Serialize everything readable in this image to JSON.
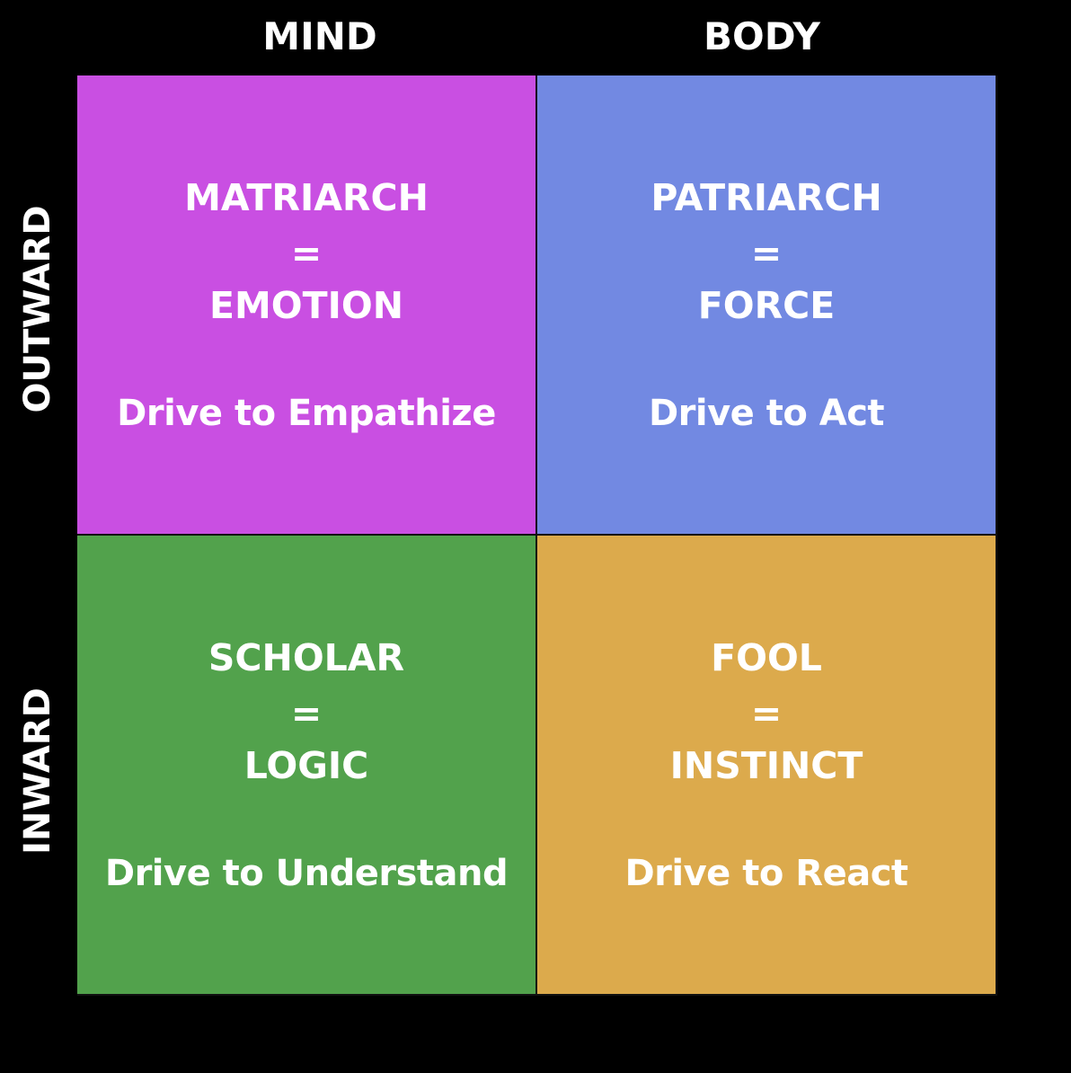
{
  "columns": [
    "MIND",
    "BODY"
  ],
  "rows": [
    "OUTWARD",
    "INWARD"
  ],
  "colors": {
    "background": "#000000",
    "text": "#ffffff",
    "matriarch": "#c94fe2",
    "patriarch": "#7289e2",
    "scholar": "#52a24c",
    "fool": "#dcaa4c"
  },
  "cells": {
    "matriarch": {
      "title": "MATRIARCH",
      "eq": "=",
      "trait": "EMOTION",
      "drive": "Drive to Empathize"
    },
    "patriarch": {
      "title": "PATRIARCH",
      "eq": "=",
      "trait": "FORCE",
      "drive": "Drive to Act"
    },
    "scholar": {
      "title": "SCHOLAR",
      "eq": "=",
      "trait": "LOGIC",
      "drive": "Drive to Understand"
    },
    "fool": {
      "title": "FOOL",
      "eq": "=",
      "trait": "INSTINCT",
      "drive": "Drive to React"
    }
  }
}
